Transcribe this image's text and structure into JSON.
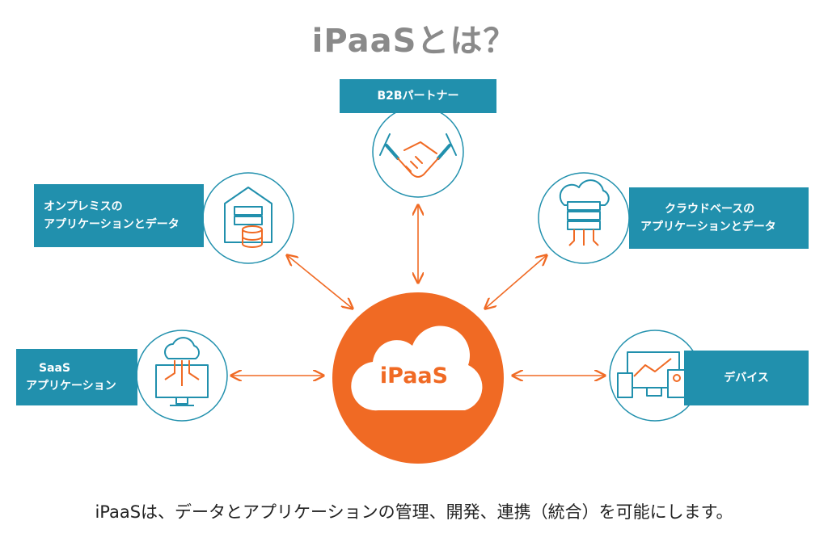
{
  "title": "iPaaSとは？",
  "hub": {
    "label": "iPaaS"
  },
  "nodes": {
    "b2b": {
      "label": "B2Bパートナー",
      "icon": "handshake-icon"
    },
    "onprem": {
      "line1": "オンプレミスの",
      "line2": "アプリケーションとデータ",
      "icon": "building-server-database-icon"
    },
    "cloud": {
      "line1": "クラウドベースの",
      "line2": "アプリケーションとデータ",
      "icon": "cloud-server-icon"
    },
    "saas": {
      "line1": "SaaS",
      "line2": "アプリケーション",
      "icon": "cloud-monitor-icon"
    },
    "devices": {
      "label": "デバイス",
      "icon": "devices-icon"
    }
  },
  "caption": "iPaaSは、データとアプリケーションの管理、開発、連携（統合）を可能にします。",
  "colors": {
    "teal": "#2190ad",
    "orange": "#f06a24",
    "gray": "#8a8a8a"
  }
}
